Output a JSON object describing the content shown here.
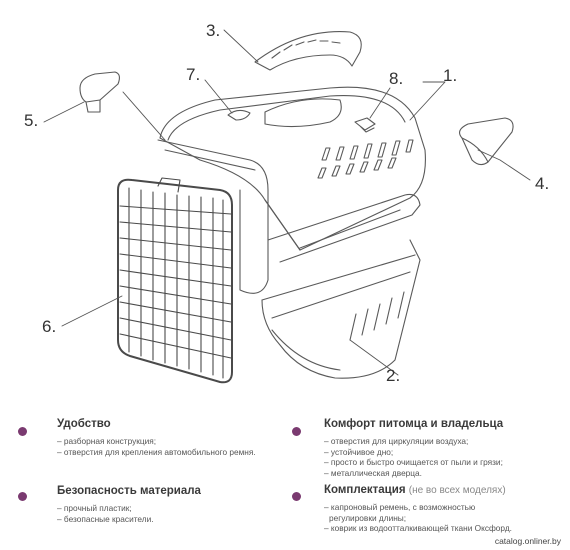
{
  "callouts": [
    "1.",
    "2.",
    "3.",
    "4.",
    "5.",
    "6.",
    "7.",
    "8."
  ],
  "sections": [
    {
      "title": "Удобство",
      "note": "",
      "items": [
        "– разборная конструкция;",
        "– отверстия для крепления автомобильного ремня."
      ]
    },
    {
      "title": "Комфорт питомца и владельца",
      "note": "",
      "items": [
        "– отверстия для циркуляции воздуха;",
        "– устойчивое дно;",
        "– просто и быстро очищается от пыли и грязи;",
        "– металлическая дверца."
      ]
    },
    {
      "title": "Безопасность материала",
      "note": "",
      "items": [
        "– прочный пластик;",
        "– безопасные красители."
      ]
    },
    {
      "title": "Комплектация",
      "note": "(не во всех моделях)",
      "items": [
        "– капроновый ремень, с возможностью",
        "регулировки длины;",
        "– коврик из водоотталкивающей ткани Оксфорд."
      ]
    }
  ],
  "watermark": "catalog.onliner.by",
  "colors": {
    "accent": "#7a3a70",
    "line": "#555555",
    "text": "#3a3a3a"
  }
}
